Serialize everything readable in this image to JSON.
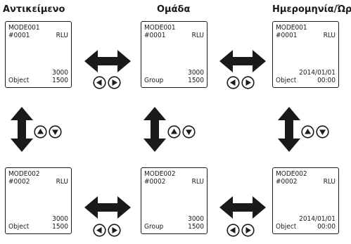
{
  "columns": [
    {
      "title": "Αντικείμενο"
    },
    {
      "title": "Ομάδα"
    },
    {
      "title": "Ημερομηνία/Ώρα"
    }
  ],
  "screens": [
    {
      "mode": "MODE001",
      "id": "#0001",
      "unit": "RLU",
      "value_top": "3000",
      "label": "Object",
      "value_bottom": "1500"
    },
    {
      "mode": "MODE001",
      "id": "#0001",
      "unit": "RLU",
      "value_top": "3000",
      "label": "Group",
      "value_bottom": "1500"
    },
    {
      "mode": "MODE001",
      "id": "#0001",
      "unit": "RLU",
      "value_top": "2014/01/01",
      "label": "Object",
      "value_bottom": "00:00"
    },
    {
      "mode": "MODE002",
      "id": "#0002",
      "unit": "RLU",
      "value_top": "3000",
      "label": "Object",
      "value_bottom": "1500"
    },
    {
      "mode": "MODE002",
      "id": "#0002",
      "unit": "RLU",
      "value_top": "3000",
      "label": "Group",
      "value_bottom": "1500"
    },
    {
      "mode": "MODE002",
      "id": "#0002",
      "unit": "RLU",
      "value_top": "2014/01/01",
      "label": "Object",
      "value_bottom": "00:00"
    }
  ],
  "icons": {
    "horizontal": "double-arrow-left-right",
    "vertical": "double-arrow-up-down",
    "left_right_buttons": "left-right-buttons",
    "up_down_buttons": "up-down-buttons"
  }
}
